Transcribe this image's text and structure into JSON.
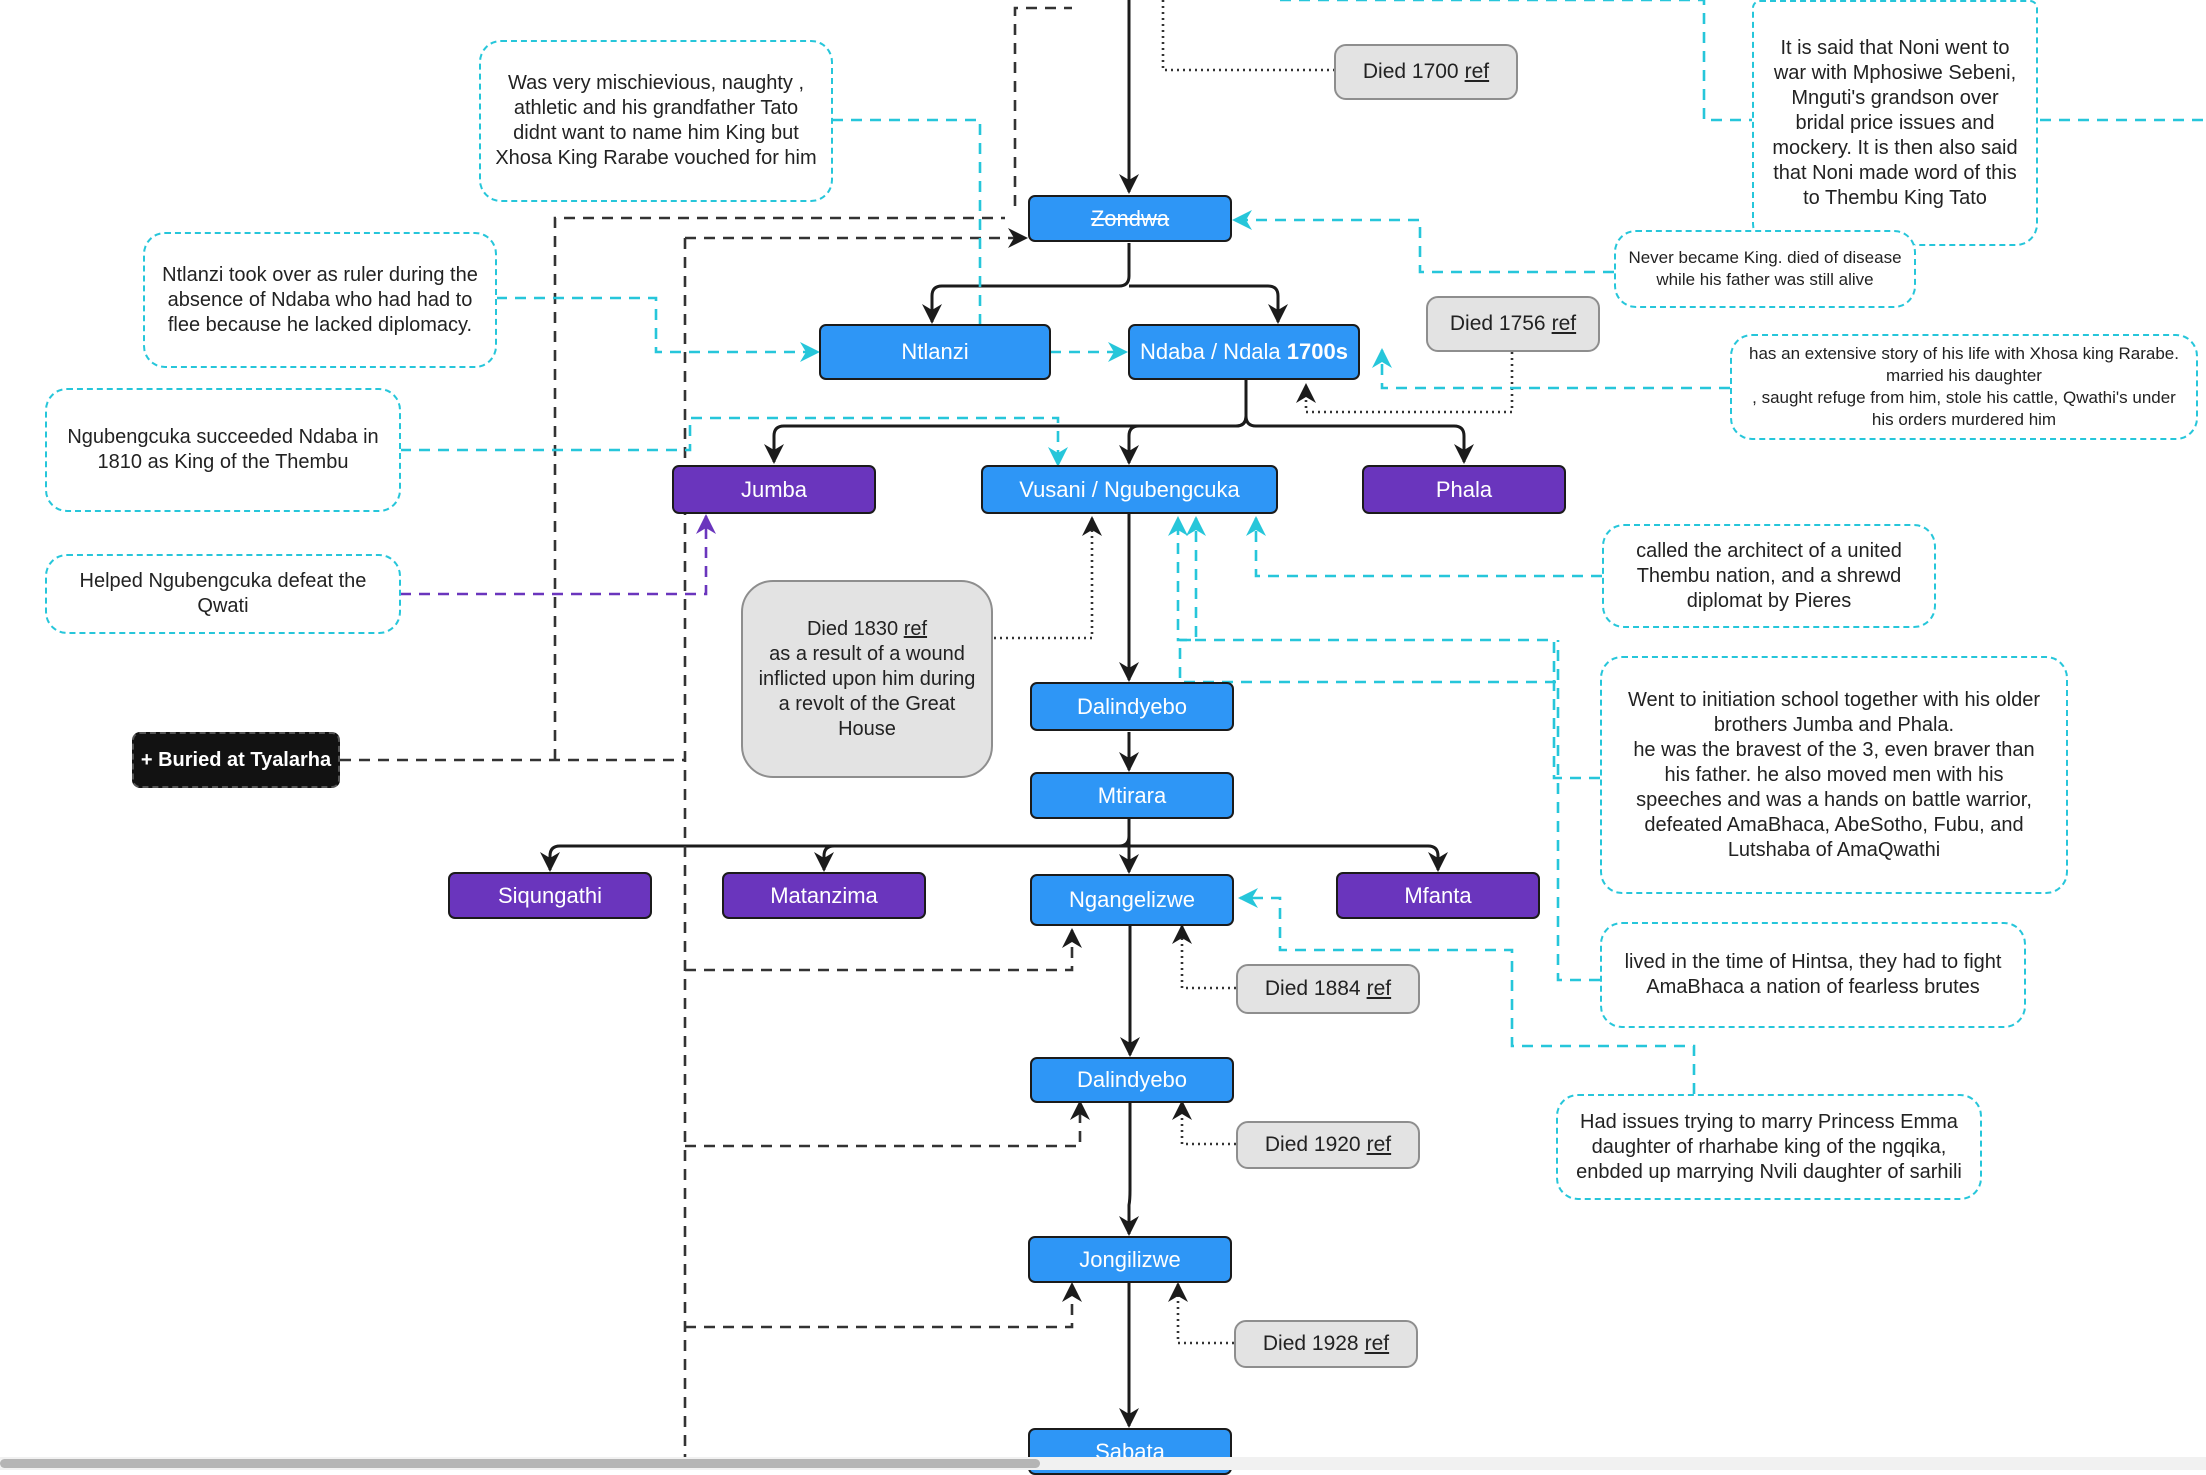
{
  "nodes": {
    "zondwa": "Zondwa",
    "ntlanzi": "Ntlanzi",
    "ndaba_name": "Ndaba / Ndala",
    "ndaba_era": "1700s",
    "jumba": "Jumba",
    "vusani": "Vusani / Ngubengcuka",
    "phala": "Phala",
    "dalindyebo1": "Dalindyebo",
    "mtirara": "Mtirara",
    "siqungathi": "Siqungathi",
    "matanzima": "Matanzima",
    "ngangelizwe": "Ngangelizwe",
    "mfanta": "Mfanta",
    "dalindyebo2": "Dalindyebo",
    "jongilizwe": "Jongilizwe",
    "sabata": "Sabata"
  },
  "died": {
    "d1700": "Died 1700",
    "d1756": "Died 1756",
    "d1830_line1": "Died 1830",
    "d1830_rest": [
      "as a result of a wound",
      "inflicted upon him during",
      "a revolt of the Great",
      "House"
    ],
    "d1884": "Died 1884",
    "d1920": "Died 1920",
    "d1928": "Died 1928",
    "ref_label": "ref"
  },
  "notes": {
    "mischievous": [
      "Was very mischievious, naughty ,",
      "athletic and his grandfather Tato",
      "didnt want to name him King but",
      "Xhosa King Rarabe vouched for him"
    ],
    "ntlanzi_ruler": [
      "Ntlanzi took over as ruler during the",
      "absence of Ndaba who had had to",
      "flee because he lacked diplomacy."
    ],
    "ngubengcuka_succeeded": [
      "Ngubengcuka succeeded Ndaba in",
      "1810 as King of the Thembu"
    ],
    "helped": [
      "Helped Ngubengcuka defeat the",
      "Qwati"
    ],
    "noni": [
      "It is said that Noni went to",
      "war with Mphosiwe Sebeni,",
      "Mnguti's grandson over",
      "bridal price issues and",
      "mockery. It is then also said",
      "that Noni made word of this",
      "to Thembu King Tato"
    ],
    "never_king": [
      "Never became King. died of disease",
      "while his father was still alive"
    ],
    "xhosa_story": [
      "has an extensive story of his life with Xhosa king Rarabe.",
      "married his daughter",
      ", saught refuge from him, stole his cattle,  Qwathi's under",
      "his orders murdered him"
    ],
    "architect": [
      "called the architect of a united",
      "Thembu nation, and a shrewd",
      "diplomat by Pieres"
    ],
    "initiation": [
      "Went to initiation school together with his older",
      "brothers Jumba and Phala.",
      "he was the bravest of the 3, even braver than",
      "his father. he also moved men with his",
      "speeches and was a hands on battle warrior,",
      "defeated AmaBhaca, AbeSotho, Fubu, and",
      "Lutshaba of AmaQwathi"
    ],
    "hintsa": [
      "lived in the time of Hintsa, they had to fight",
      "AmaBhaca a nation of fearless brutes"
    ],
    "emma": [
      "Had issues trying to marry Princess Emma",
      "daughter of rharhabe king of the ngqika,",
      "enbded up marrying Nvili daughter of sarhili"
    ]
  },
  "buried": "+ Buried at Tyalarha",
  "colors": {
    "king_node": "#2e96f6",
    "sibling_node": "#6a35bd",
    "note_border": "#26c6da",
    "died_box": "#e3e3e3",
    "buried_badge": "#121212"
  }
}
